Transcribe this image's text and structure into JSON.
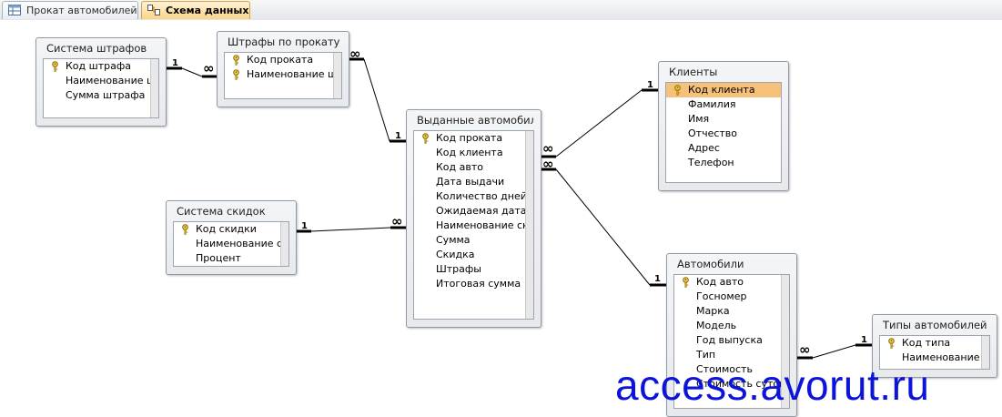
{
  "tabs": [
    {
      "label": "Прокат автомобилей",
      "active": false,
      "icon": "table-icon"
    },
    {
      "label": "Схема данных",
      "active": true,
      "icon": "relationships-icon"
    }
  ],
  "tables": {
    "fines": {
      "title": "Система штрафов",
      "fields": [
        "Код штрафа",
        "Наименование штрафа",
        "Сумма штрафа"
      ],
      "keys": [
        0
      ]
    },
    "rental_fines": {
      "title": "Штрафы по прокату",
      "fields": [
        "Код проката",
        "Наименование штрафа"
      ],
      "keys": [
        0,
        1
      ]
    },
    "issued": {
      "title": "Выданные автомобили",
      "fields": [
        "Код проката",
        "Код клиента",
        "Код авто",
        "Дата выдачи",
        "Количество дней",
        "Ожидаемая дата возврата",
        "Наименование скидки",
        "Сумма",
        "Скидка",
        "Штрафы",
        "Итоговая сумма"
      ],
      "keys": [
        0
      ]
    },
    "clients": {
      "title": "Клиенты",
      "fields": [
        "Код клиента",
        "Фамилия",
        "Имя",
        "Отчество",
        "Адрес",
        "Телефон"
      ],
      "keys": [
        0
      ],
      "selected": 0
    },
    "discounts": {
      "title": "Система скидок",
      "fields": [
        "Код скидки",
        "Наименование скидки",
        "Процент"
      ],
      "keys": [
        0
      ]
    },
    "cars": {
      "title": "Автомобили",
      "fields": [
        "Код авто",
        "Госномер",
        "Марка",
        "Модель",
        "Год выпуска",
        "Тип",
        "Стоимость",
        "Стоимость суток"
      ],
      "keys": [
        0
      ]
    },
    "car_types": {
      "title": "Типы автомобилей",
      "fields": [
        "Код типа",
        "Наименование типа"
      ],
      "keys": [
        0
      ]
    }
  },
  "relation_labels": {
    "one": "1",
    "many": "∞"
  },
  "watermark": "access.avorut.ru",
  "colors": {
    "selected_row": "#f6c178",
    "watermark": "#0b14d8",
    "active_tab": "#fbd487"
  }
}
